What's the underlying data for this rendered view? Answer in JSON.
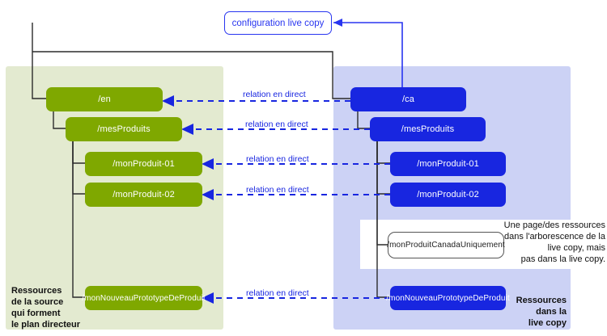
{
  "diagram": {
    "title_box": {
      "label": "configuration live copy"
    },
    "relation_label": "relation en direct",
    "panels": {
      "source": {
        "caption": "Ressources\nde la source\nqui forment\nle plan directeur"
      },
      "livecopy": {
        "caption": "Ressources\ndans la\nlive copy"
      }
    },
    "source_nodes": [
      {
        "label": "/en"
      },
      {
        "label": "/mesProduits"
      },
      {
        "label": "/monProduit-01"
      },
      {
        "label": "/monProduit-02"
      },
      {
        "label": "/monNouveauPrototypeDeProduit"
      }
    ],
    "livecopy_nodes": [
      {
        "label": "/ca"
      },
      {
        "label": "/mesProduits"
      },
      {
        "label": "/monProduit-01"
      },
      {
        "label": "/monProduit-02"
      },
      {
        "label": "/monNouveauPrototypeDeProduit"
      }
    ],
    "livecopy_only_node": {
      "label": "/monProduitCanadaUniquement"
    },
    "annotation": "Une page/des ressources\ndans l'arborescence de la\nlive copy, mais\npas dans la live copy.",
    "relations": [
      {
        "label": "relation en direct"
      },
      {
        "label": "relation en direct"
      },
      {
        "label": "relation en direct"
      },
      {
        "label": "relation en direct"
      },
      {
        "label": "relation en direct"
      }
    ],
    "colors": {
      "source_panel": "#e3ead0",
      "livecopy_panel": "#ccd2f5",
      "source_node": "#7fa800",
      "livecopy_node": "#1826e0",
      "relation": "#1826e0",
      "hierarchy_line": "#2b2b2b"
    }
  }
}
